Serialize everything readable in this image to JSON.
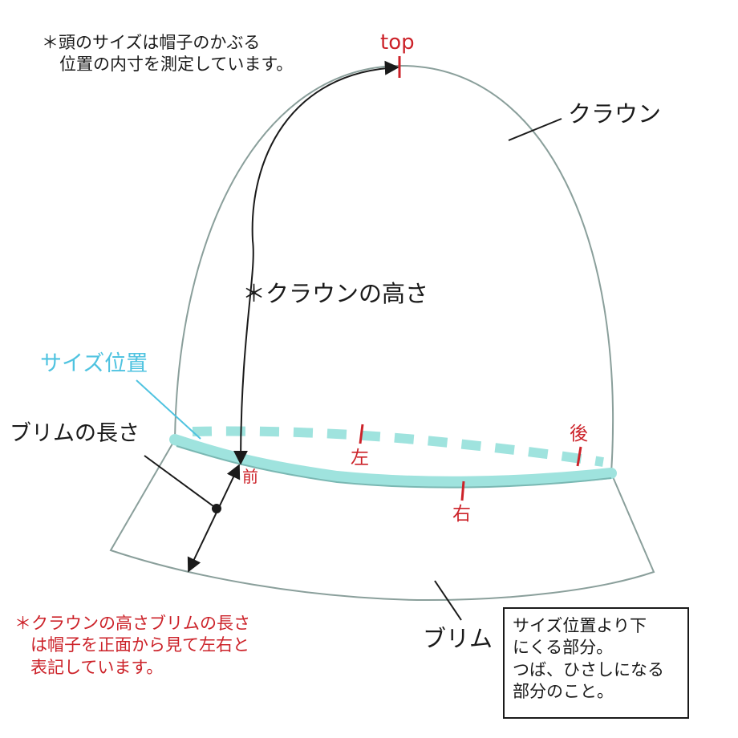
{
  "note_top": [
    "＊頭のサイズは帽子のかぶる",
    "位置の内寸を測定しています。"
  ],
  "labels": {
    "top": "top",
    "crown": "クラウン",
    "crown_height": "＊クラウンの高さ",
    "size_position": "サイズ位置",
    "brim_length": "ブリムの長さ",
    "front": "前",
    "left": "左",
    "back": "後",
    "right": "右",
    "brim": "ブリム"
  },
  "note_bottom": [
    "＊クラウンの高さブリムの長さ",
    "は帽子を正面から見て左右と",
    "表記しています。"
  ],
  "brim_box": [
    "サイズ位置より下",
    "にくる部分。",
    "つば、ひさしになる",
    "部分のこと。"
  ],
  "colors": {
    "outline": "#8a9f9b",
    "size_band": "#9fe3de",
    "marker": "#cc2229",
    "text": "#1a1a1a",
    "size_label": "#4fc3e0"
  }
}
